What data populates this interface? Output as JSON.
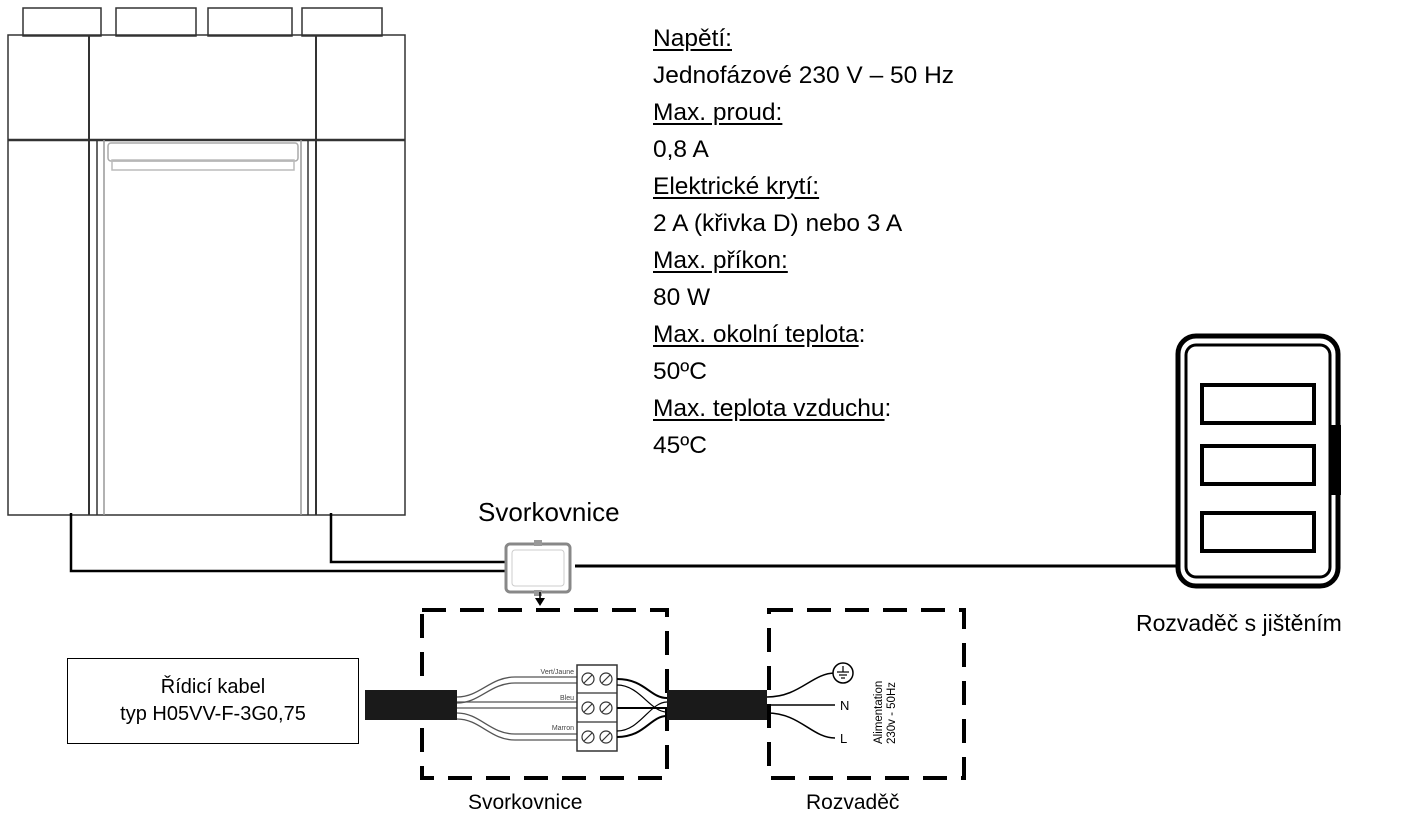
{
  "specs": {
    "voltage_label": "Napětí:",
    "voltage_value": "Jednofázové 230 V – 50 Hz",
    "current_label": "Max. proud:",
    "current_value": "0,8 A",
    "protection_label": "Elektrické krytí:",
    "protection_value": "2 A (křivka D) nebo 3 A",
    "power_label": "Max. příkon:",
    "power_value": "80 W",
    "ambient_label": "Max. okolní teplota",
    "ambient_value": "50ºC",
    "air_label": "Max. teplota vzduchu",
    "air_value": "45ºC",
    "colon": ":"
  },
  "labels": {
    "junction_box_top": "Svorkovnice",
    "distribution_panel": "Rozvaděč s jištěním",
    "terminal_caption": "Svorkovnice",
    "distribution_caption": "Rozvaděč"
  },
  "cable": {
    "line1": "Řídicí kabel",
    "line2": "typ H05VV-F-3G0,75"
  },
  "terminal_wires": [
    "Vert/Jaune",
    "Bleu",
    "Marron"
  ],
  "supply": {
    "text_line1": "Alimentation",
    "text_line2": "230v - 50Hz",
    "neutral": "N",
    "live": "L"
  },
  "colors": {
    "line": "#000000",
    "device_outline": "#333333",
    "junction_box": "#888888"
  }
}
